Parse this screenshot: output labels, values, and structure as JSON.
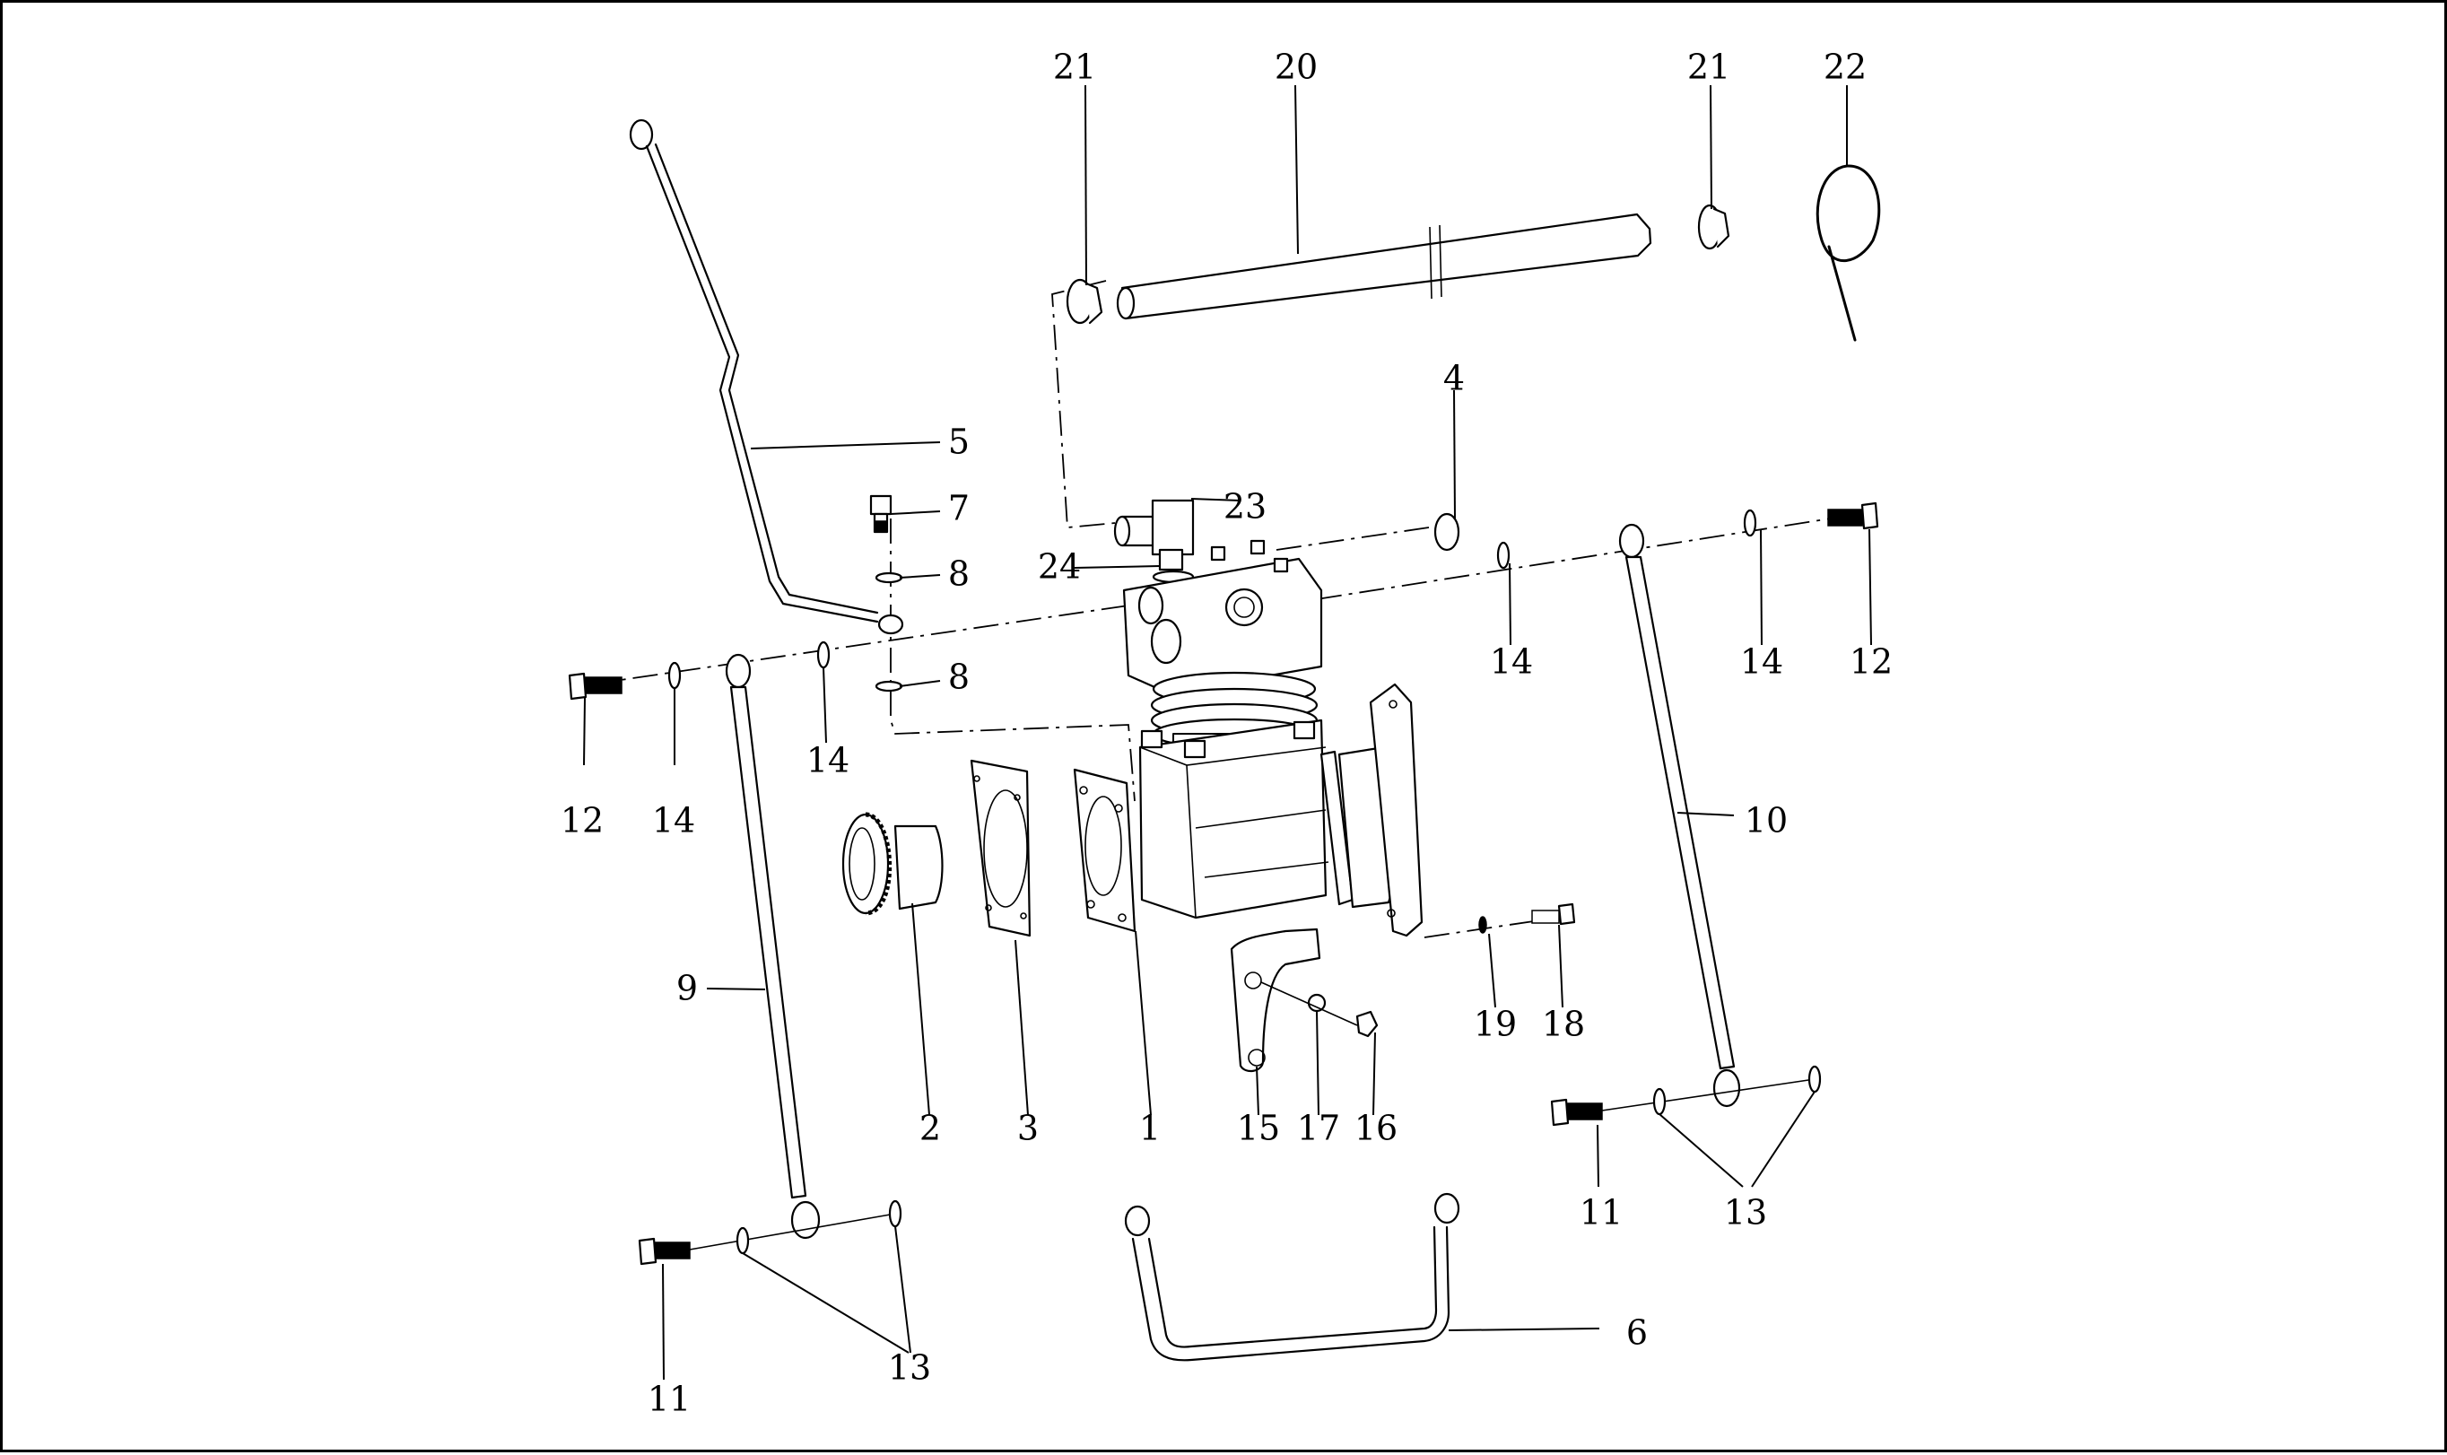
{
  "diagram": {
    "title": "Air compressor assembly – exploded view",
    "background": "#ffffff",
    "line_color": "#000000",
    "callouts": [
      {
        "id": "c1",
        "label": "1",
        "part": "air-compressor-body"
      },
      {
        "id": "c2",
        "label": "2",
        "part": "drive-gear"
      },
      {
        "id": "c3",
        "label": "3",
        "part": "mounting-gasket"
      },
      {
        "id": "c4",
        "label": "4",
        "part": "fitting-nut"
      },
      {
        "id": "c5",
        "label": "5",
        "part": "oil-pipe-upper"
      },
      {
        "id": "c6",
        "label": "6",
        "part": "u-shaped-pipe"
      },
      {
        "id": "c7",
        "label": "7",
        "part": "banjo-bolt-small"
      },
      {
        "id": "c8a",
        "label": "8",
        "part": "washer-upper"
      },
      {
        "id": "c8b",
        "label": "8",
        "part": "washer-lower"
      },
      {
        "id": "c9",
        "label": "9",
        "part": "water-pipe-left"
      },
      {
        "id": "c10",
        "label": "10",
        "part": "water-pipe-right"
      },
      {
        "id": "c11a",
        "label": "11",
        "part": "banjo-bolt-left-bottom"
      },
      {
        "id": "c11b",
        "label": "11",
        "part": "banjo-bolt-right-bottom"
      },
      {
        "id": "c12a",
        "label": "12",
        "part": "banjo-bolt-left-top"
      },
      {
        "id": "c12b",
        "label": "12",
        "part": "banjo-bolt-right-top"
      },
      {
        "id": "c13a",
        "label": "13",
        "part": "sealing-washers-left"
      },
      {
        "id": "c13b",
        "label": "13",
        "part": "sealing-washers-right"
      },
      {
        "id": "c14a",
        "label": "14",
        "part": "washer-left-outer"
      },
      {
        "id": "c14b",
        "label": "14",
        "part": "washer-left-inner"
      },
      {
        "id": "c14c",
        "label": "14",
        "part": "washer-right-inner"
      },
      {
        "id": "c14d",
        "label": "14",
        "part": "washer-right-outer"
      },
      {
        "id": "c15",
        "label": "15",
        "part": "support-bracket"
      },
      {
        "id": "c16",
        "label": "16",
        "part": "bracket-bolt"
      },
      {
        "id": "c17",
        "label": "17",
        "part": "bracket-washer"
      },
      {
        "id": "c18",
        "label": "18",
        "part": "flange-bolt"
      },
      {
        "id": "c19",
        "label": "19",
        "part": "spring-washer"
      },
      {
        "id": "c20",
        "label": "20",
        "part": "intake-hose"
      },
      {
        "id": "c21a",
        "label": "21",
        "part": "hose-clamp-left"
      },
      {
        "id": "c21b",
        "label": "21",
        "part": "hose-clamp-right"
      },
      {
        "id": "c22",
        "label": "22",
        "part": "cable-tie"
      },
      {
        "id": "c23",
        "label": "23",
        "part": "elbow-connector"
      },
      {
        "id": "c24",
        "label": "24",
        "part": "elbow-gasket"
      }
    ]
  }
}
